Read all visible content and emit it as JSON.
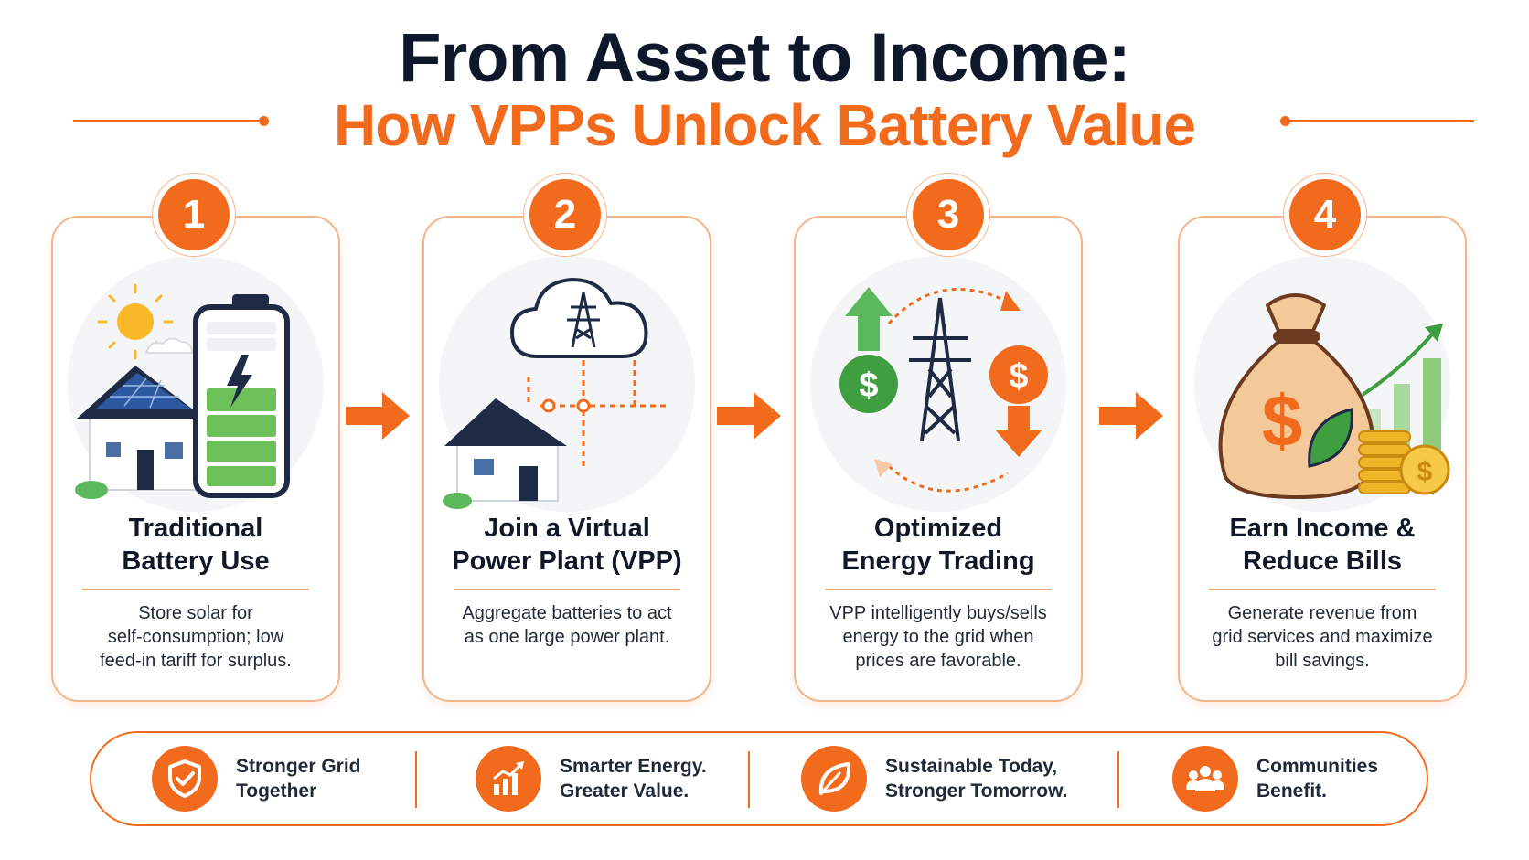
{
  "header": {
    "title": "From Asset to Income:",
    "subtitle": "How VPPs Unlock Battery Value"
  },
  "colors": {
    "accent": "#f26b1d",
    "title": "#0f172a",
    "green": "#5cb85c",
    "dark_navy": "#1f2a44"
  },
  "steps": [
    {
      "number": "1",
      "title_line1": "Traditional",
      "title_line2": "Battery Use",
      "desc_line1": "Store solar for",
      "desc_line2": "self-consumption; low",
      "desc_line3": "feed-in tariff for surplus.",
      "icons": [
        "sun-icon",
        "solar-house-icon",
        "battery-icon"
      ]
    },
    {
      "number": "2",
      "title_line1": "Join a Virtual",
      "title_line2": "Power Plant (VPP)",
      "desc_line1": "Aggregate batteries to act",
      "desc_line2": "as one large power plant.",
      "desc_line3": "",
      "icons": [
        "cloud-tower-icon",
        "house-icon"
      ]
    },
    {
      "number": "3",
      "title_line1": "Optimized",
      "title_line2": "Energy Trading",
      "desc_line1": "VPP intelligently buys/sells",
      "desc_line2": "energy to the grid when",
      "desc_line3": "prices are favorable.",
      "icons": [
        "buy-dollar-icon",
        "power-tower-icon",
        "sell-dollar-icon"
      ]
    },
    {
      "number": "4",
      "title_line1": "Earn Income &",
      "title_line2": "Reduce Bills",
      "desc_line1": "Generate revenue from",
      "desc_line2": "grid services and maximize",
      "desc_line3": "bill savings.",
      "icons": [
        "money-bag-icon",
        "coin-stack-icon",
        "growth-chart-icon"
      ]
    }
  ],
  "benefits": [
    {
      "line1": "Stronger Grid",
      "line2": "Together",
      "icon": "shield-check-icon"
    },
    {
      "line1": "Smarter Energy.",
      "line2": "Greater Value.",
      "icon": "bar-chart-icon"
    },
    {
      "line1": "Sustainable Today,",
      "line2": "Stronger Tomorrow.",
      "icon": "leaf-icon"
    },
    {
      "line1": "Communities",
      "line2": "Benefit.",
      "icon": "people-icon"
    }
  ]
}
